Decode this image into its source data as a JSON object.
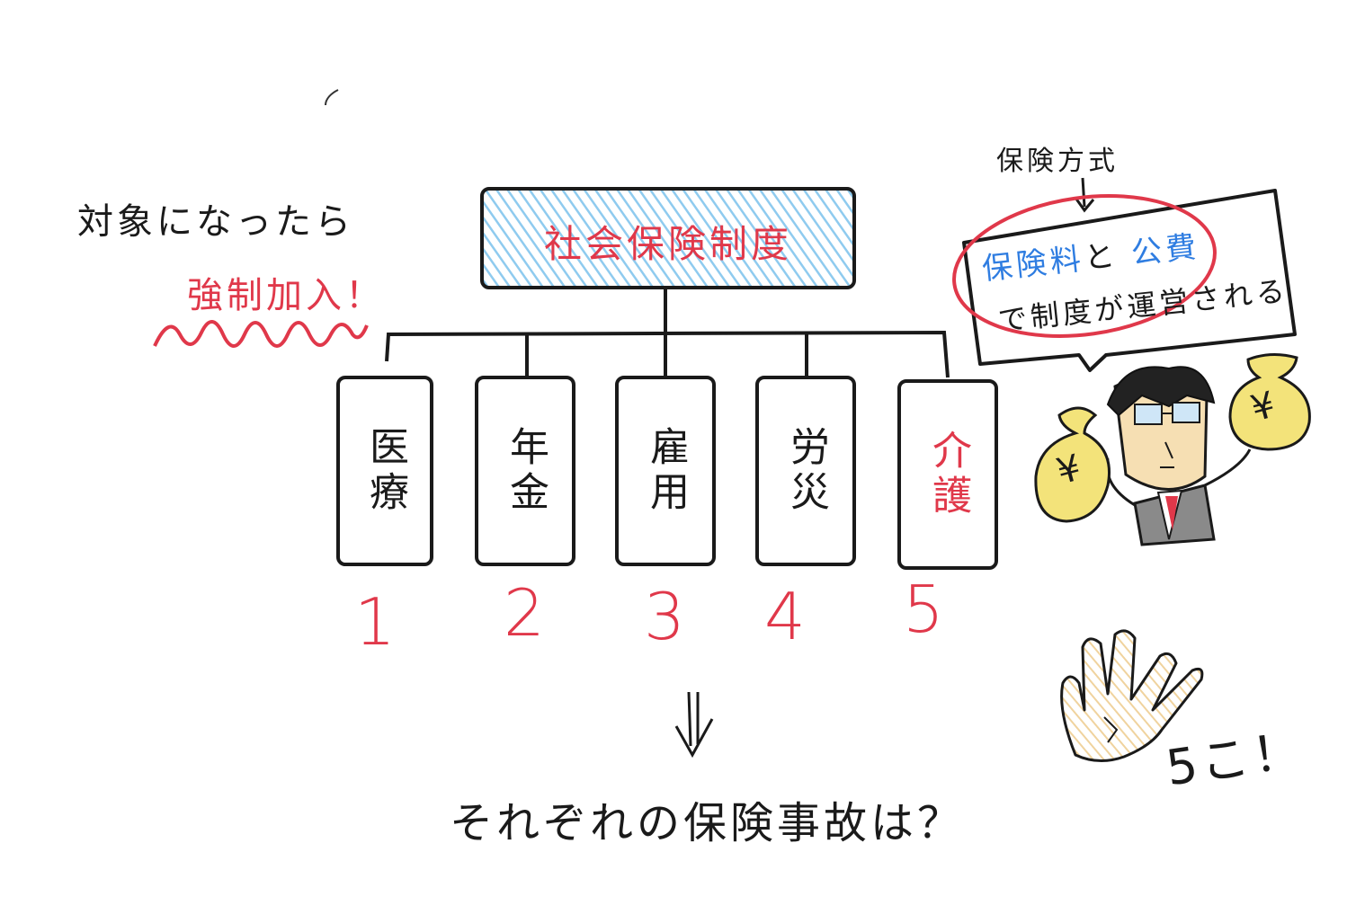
{
  "left_note": {
    "line1": "対象になったら",
    "line2": "強制加入！"
  },
  "root": {
    "label": "社会保険制度"
  },
  "branches": [
    {
      "label": "医療",
      "number": "1"
    },
    {
      "label": "年金",
      "number": "2"
    },
    {
      "label": "雇用",
      "number": "3"
    },
    {
      "label": "労災",
      "number": "4"
    },
    {
      "label": "介護",
      "number": "5"
    }
  ],
  "speech": {
    "header": "保険方式",
    "term1": "保険料",
    "connector": "と",
    "term2": "公費",
    "line2": "で制度が運営される"
  },
  "money_symbol": "¥",
  "hand_caption": "5こ！",
  "question": "それぞれの保険事故は？",
  "colors": {
    "red": "#e0384a",
    "blue": "#2f7de1",
    "hatch": "#8fcbef",
    "bag": "#f3e37a",
    "skin": "#f6dfb3"
  }
}
